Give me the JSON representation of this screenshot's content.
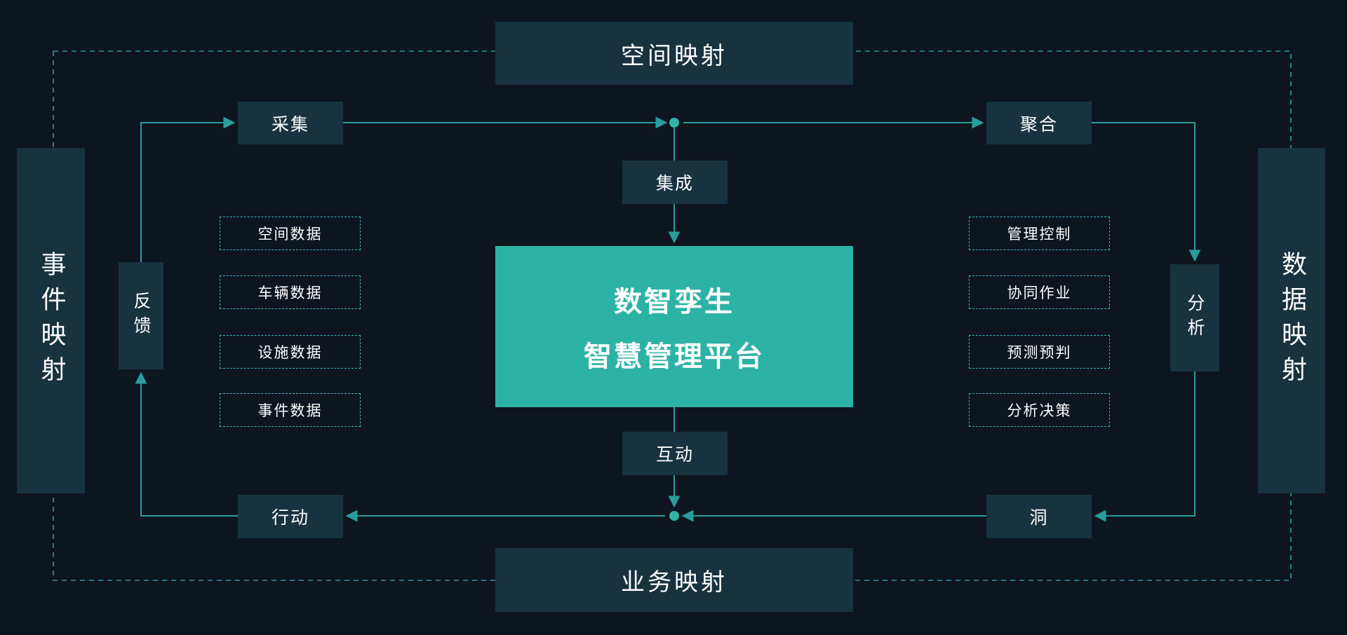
{
  "center": {
    "line1": "数智孪生",
    "line2": "智慧管理平台"
  },
  "mappings": {
    "top": "空间映射",
    "bottom": "业务映射",
    "left": "事件映射",
    "right": "数据映射"
  },
  "nodes": {
    "collect": "采集",
    "aggregate": "聚合",
    "integrate": "集成",
    "interact": "互动",
    "action": "行动",
    "insight": "洞",
    "feedback": "反馈",
    "analyze": "分析"
  },
  "left_items": [
    "空间数据",
    "车辆数据",
    "设施数据",
    "事件数据"
  ],
  "right_items": [
    "管理控制",
    "协同作业",
    "预测预判",
    "分析决策"
  ],
  "colors": {
    "background": "#0d151f",
    "dark_box": "#17333f",
    "accent": "#2db3a5",
    "line": "#2a9c9c",
    "dashed_border": "#35bdbd",
    "text": "#ffffff"
  }
}
